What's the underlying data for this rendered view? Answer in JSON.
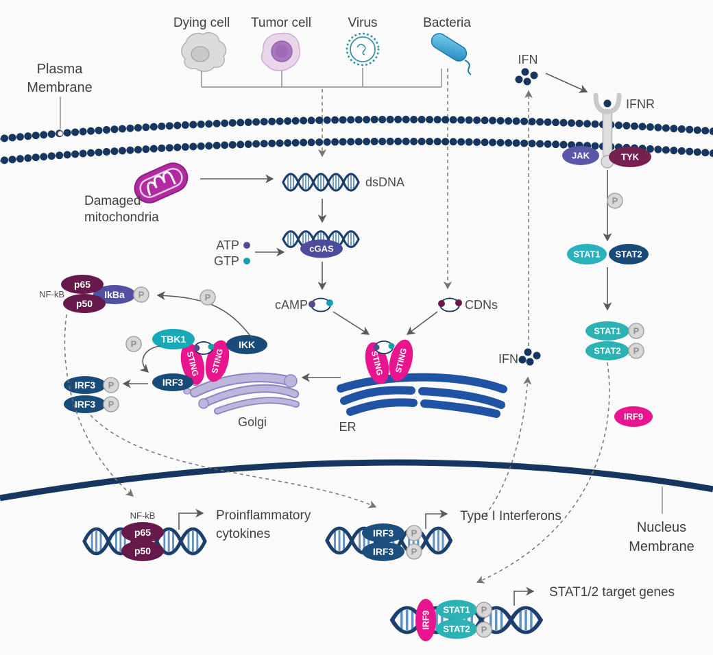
{
  "labels": {
    "dying_cell": "Dying cell",
    "tumor_cell": "Tumor cell",
    "virus": "Virus",
    "bacteria": "Bacteria",
    "plasma_membrane": [
      "Plasma",
      "Membrane"
    ],
    "nucleus_membrane": [
      "Nucleus",
      "Membrane"
    ],
    "ifn": "IFN",
    "ifnr": "IFNR",
    "jak": "JAK",
    "tyk": "TYK",
    "p": "P",
    "damaged_mitochondria": [
      "Damaged",
      "mitochondria"
    ],
    "dsdna": "dsDNA",
    "atp": "ATP",
    "gtp": "GTP",
    "cgas": "cGAS",
    "camp": "cAMP",
    "cdns": "CDNs",
    "nfkb": "NF-kB",
    "p65": "p65",
    "p50": "p50",
    "ikba": "IkBa",
    "tbk1": "TBK1",
    "ikk": "IKK",
    "sting": "STING",
    "irf3": "IRF3",
    "golgi": "Golgi",
    "er": "ER",
    "stat1": "STAT1",
    "stat2": "STAT2",
    "irf9": "IRF9",
    "proinflammatory": [
      "Proinflammatory",
      "cytokines"
    ],
    "type_i_interferons": "Type I Interferons",
    "stat_target_genes": "STAT1/2 target genes"
  },
  "colors": {
    "membrane_navy": "#16365f",
    "dna_navy": "#1c3f6e",
    "dna_rung_blue": "#6292c2",
    "sting_magenta": "#e9158e",
    "tbk1_teal": "#17a9b8",
    "plum": "#66194a",
    "ikba_purple": "#5250a0",
    "node_navy": "#1a4a78",
    "er_blue": "#2153a4",
    "golgi_lavender": "#bcb8dd",
    "phospho_gray": "#d8d8d8",
    "arrow_gray": "#5a5a5a",
    "text_gray": "#3f3f3f",
    "stat_teal": "#2cb2b4",
    "cgas_purple": "#4d4c9c",
    "mito_magenta": "#b32ba0",
    "bacteria_blue": "#3aa5d6",
    "jak_purple": "#5b57a8",
    "tyk_maroon": "#762052",
    "atp_dot": "#564a92",
    "gtp_dot": "#15a0ac"
  }
}
